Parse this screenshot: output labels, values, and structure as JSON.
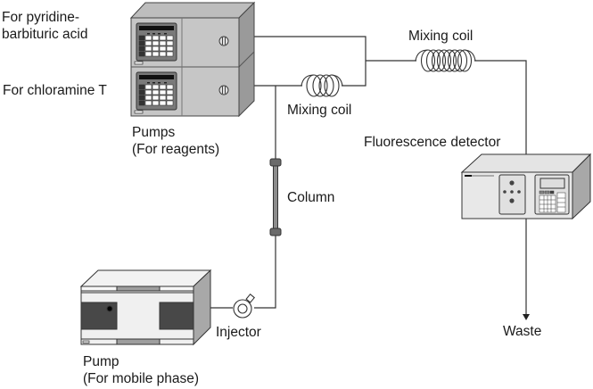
{
  "labels": {
    "reagent_pump_1": "For pyridine-\nbarbituric acid",
    "reagent_pump_2": "For chloramine T",
    "reagent_pumps": "Pumps\n(For reagents)",
    "mixing_coil_1": "Mixing coil",
    "mixing_coil_2": "Mixing coil",
    "detector": "Fluorescence detector",
    "column": "Column",
    "injector": "Injector",
    "mobile_pump": "Pump\n(For mobile phase)",
    "waste": "Waste"
  },
  "colors": {
    "line": "#333333",
    "pump_body": "#c8c8c8",
    "pump_side": "#a0a0a0",
    "dark_panel": "#464646",
    "light_body": "#eeeeee"
  }
}
